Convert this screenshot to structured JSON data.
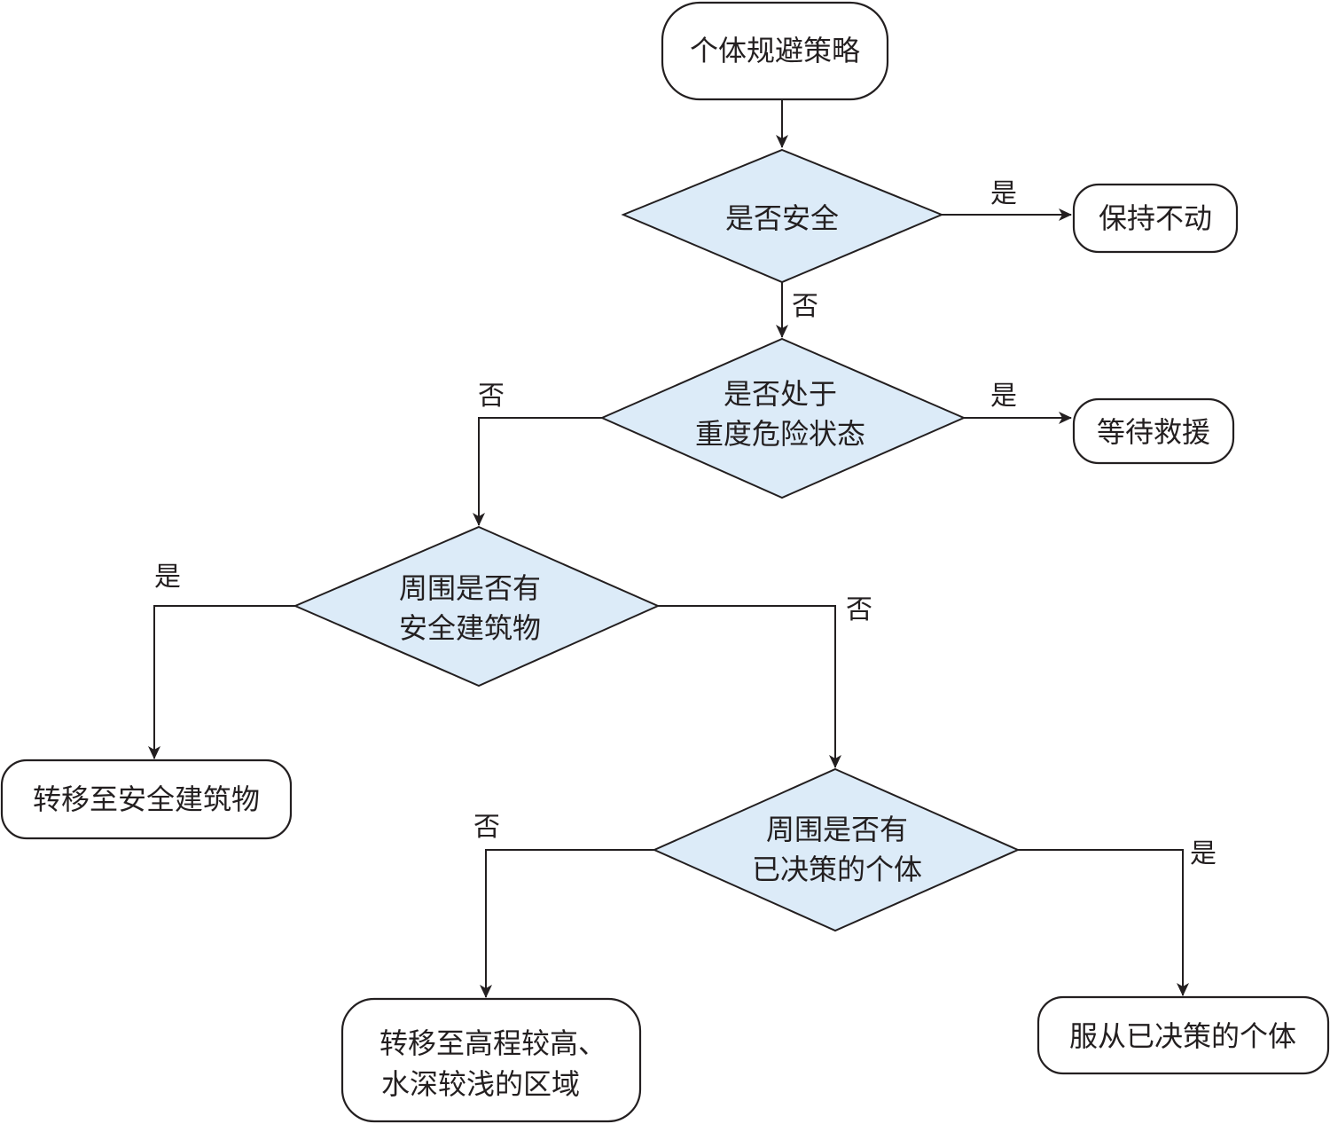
{
  "colors": {
    "decision_fill": "#dcebf8",
    "terminal_fill": "#ffffff",
    "stroke": "#231f20",
    "text": "#231f20"
  },
  "nodes": {
    "start": {
      "lines": [
        "个体规避策略"
      ]
    },
    "is_safe": {
      "lines": [
        "是否安全"
      ]
    },
    "stay_still": {
      "lines": [
        "保持不动"
      ]
    },
    "severe_danger": {
      "lines": [
        "是否处于",
        "重度危险状态"
      ]
    },
    "await_rescue": {
      "lines": [
        "等待救援"
      ]
    },
    "safe_building": {
      "lines": [
        "周围是否有",
        "安全建筑物"
      ]
    },
    "move_to_building": {
      "lines": [
        "转移至安全建筑物"
      ]
    },
    "decided_individual": {
      "lines": [
        "周围是否有",
        "已决策的个体"
      ]
    },
    "move_to_high_ground": {
      "lines": [
        "转移至高程较高、",
        "水深较浅的区域"
      ]
    },
    "follow_individual": {
      "lines": [
        "服从已决策的个体"
      ]
    }
  },
  "edge_labels": {
    "is_safe_yes": "是",
    "is_safe_no": "否",
    "severe_danger_yes": "是",
    "severe_danger_no": "否",
    "safe_building_yes": "是",
    "safe_building_no": "否",
    "decided_individual_no": "否",
    "decided_individual_yes": "是"
  }
}
